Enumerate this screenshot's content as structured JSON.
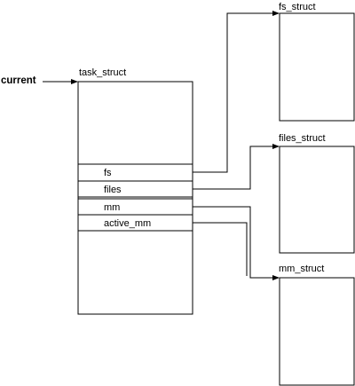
{
  "pointer": {
    "label": "current"
  },
  "task_struct": {
    "title": "task_struct",
    "fields": [
      "fs",
      "files",
      "mm",
      "active_mm"
    ]
  },
  "targets": {
    "fs_struct": "fs_struct",
    "files_struct": "files_struct",
    "mm_struct": "mm_struct"
  }
}
